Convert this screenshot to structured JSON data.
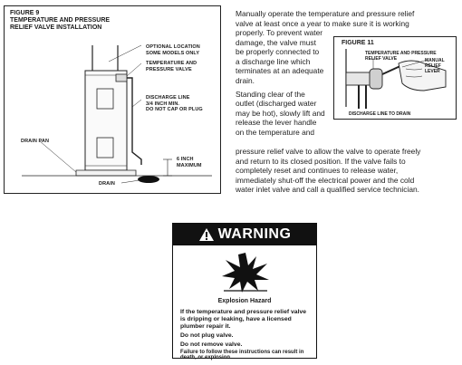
{
  "figure9": {
    "title_line1": "FIGURE 9",
    "title_line2": "TEMPERATURE AND PRESSURE",
    "title_line3": "RELIEF VALVE INSTALLATION",
    "label_optional_1": "OPTIONAL LOCATION",
    "label_optional_2": "SOME MODELS ONLY",
    "label_tp_1": "TEMPERATURE AND",
    "label_tp_2": "PRESSURE VALVE",
    "label_discharge_1": "DISCHARGE LINE",
    "label_discharge_2": "3/4 INCH MIN.",
    "label_discharge_3": "DO NOT CAP OR PLUG",
    "label_drain_pan": "DRAIN PAN",
    "label_six_1": "6 INCH",
    "label_six_2": "MAXIMUM",
    "label_drain": "DRAIN"
  },
  "manual_text": {
    "line1": "Manually operate the temperature and pressure relief",
    "line2": "valve at least once a year to make sure it is working",
    "line3": "properly. To prevent water",
    "line4": "damage, the valve must",
    "line5": "be properly connected to",
    "line6": "a discharge line which",
    "line7": "terminates at an adequate",
    "line8": "drain.",
    "line9": "Standing clear of the",
    "line10": "outlet (discharged water",
    "line11": "may be hot), slowly lift and",
    "line12": "release the lever handle",
    "line13": "on the temperature and",
    "line14": "pressure relief valve to allow the valve to operate freely",
    "line15": "and return to its closed position. If the valve fails to",
    "line16": "completely reset and continues to release water,",
    "line17": "immediately shut-off the electrical power and the cold",
    "line18": "water inlet valve and call a qualified service technician."
  },
  "figure11": {
    "title": "FIGURE 11",
    "label_tp_1": "TEMPERATURE AND PRESSURE",
    "label_tp_2": "RELIEF VALVE",
    "label_manual_1": "MANUAL RELIEF",
    "label_manual_2": "LEVER",
    "label_discharge": "DISCHARGE LINE TO DRAIN"
  },
  "warning": {
    "heading": "WARNING",
    "hazard_title": "Explosion Hazard",
    "line1": "If the temperature and pressure relief valve",
    "line2": "is dripping or leaking, have a licensed",
    "line3": "plumber repair it.",
    "line4": "Do not plug valve.",
    "line5": "Do not remove valve.",
    "line6": "Failure to follow these instructions can",
    "line7": "result in death, or explosion."
  }
}
